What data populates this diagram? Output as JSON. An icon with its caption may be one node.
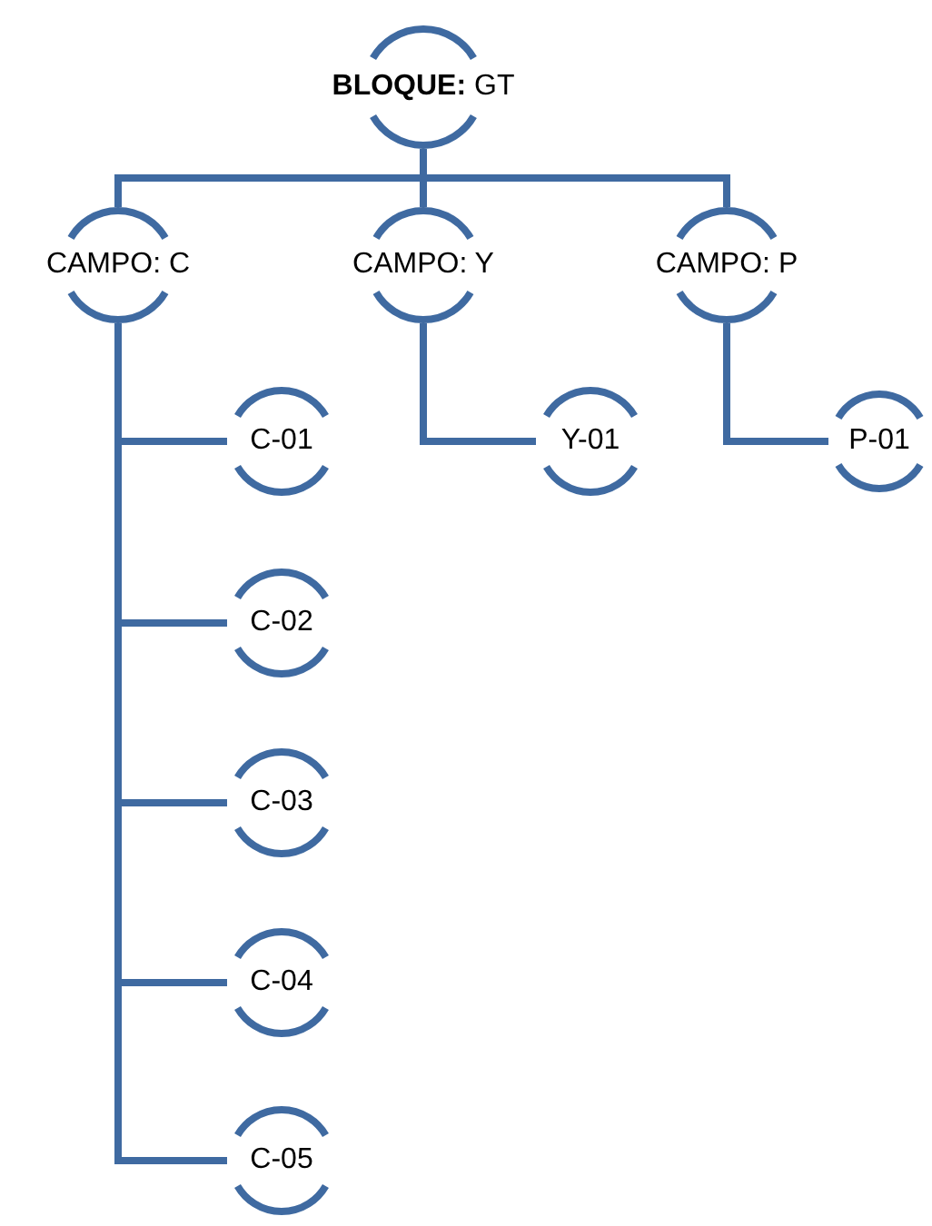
{
  "diagram": {
    "nodes": [
      {
        "text": [
          "**BLOQUE:** GT"
        ]
      },
      {
        "text": [
          "CAMPO: C"
        ]
      },
      {
        "text": [
          "CAMPO: Y"
        ]
      },
      {
        "text": [
          "CAMPO: P"
        ]
      },
      {
        "text": [
          "C-01"
        ]
      },
      {
        "text": [
          "C-02"
        ]
      },
      {
        "text": [
          "C-03"
        ]
      },
      {
        "text": [
          "C-04"
        ]
      },
      {
        "text": [
          "C-05"
        ]
      },
      {
        "text": [
          "Y-01"
        ]
      },
      {
        "text": [
          "P-01"
        ]
      }
    ],
    "edges": [
      {
        "from": 0,
        "to": 1,
        "arrow": "none"
      },
      {
        "from": 0,
        "to": 2,
        "arrow": "none"
      },
      {
        "from": 0,
        "to": 3,
        "arrow": "none"
      },
      {
        "from": 1,
        "to": 4,
        "arrow": "none"
      },
      {
        "from": 1,
        "to": 5,
        "arrow": "none"
      },
      {
        "from": 1,
        "to": 6,
        "arrow": "none"
      },
      {
        "from": 1,
        "to": 7,
        "arrow": "none"
      },
      {
        "from": 1,
        "to": 8,
        "arrow": "none"
      },
      {
        "from": 2,
        "to": 9,
        "arrow": "none"
      },
      {
        "from": 3,
        "to": 10,
        "arrow": "none"
      }
    ]
  }
}
